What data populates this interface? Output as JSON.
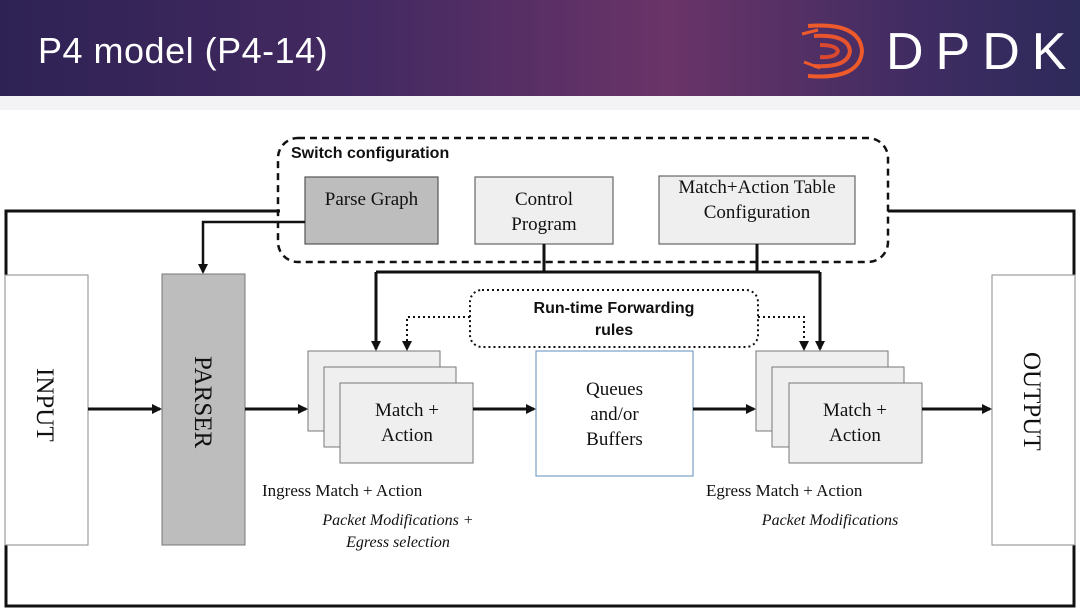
{
  "slide": {
    "title": "P4 model (P4-14)",
    "logo_text": "DPDK",
    "logo_icon": "dpdk-swoosh-icon"
  },
  "colors": {
    "header_start": "#2e2254",
    "header_mid": "#6a3468",
    "logo_orange": "#ee5a2a"
  },
  "diagram": {
    "switch_config": {
      "label": "Switch configuration",
      "parse_graph": "Parse Graph",
      "control_program": "Control Program",
      "table_config": "Match+Action Table Configuration"
    },
    "runtime_rules": "Run-time Forwarding rules",
    "input": "INPUT",
    "parser": "PARSER",
    "output": "OUTPUT",
    "ingress_box": "Match + Action",
    "egress_box": "Match + Action",
    "queues": "Queues and/or Buffers",
    "ingress_title": "Ingress Match + Action",
    "ingress_desc": "Packet Modifications + Egress selection",
    "egress_title": "Egress Match + Action",
    "egress_desc": "Packet Modifications"
  }
}
